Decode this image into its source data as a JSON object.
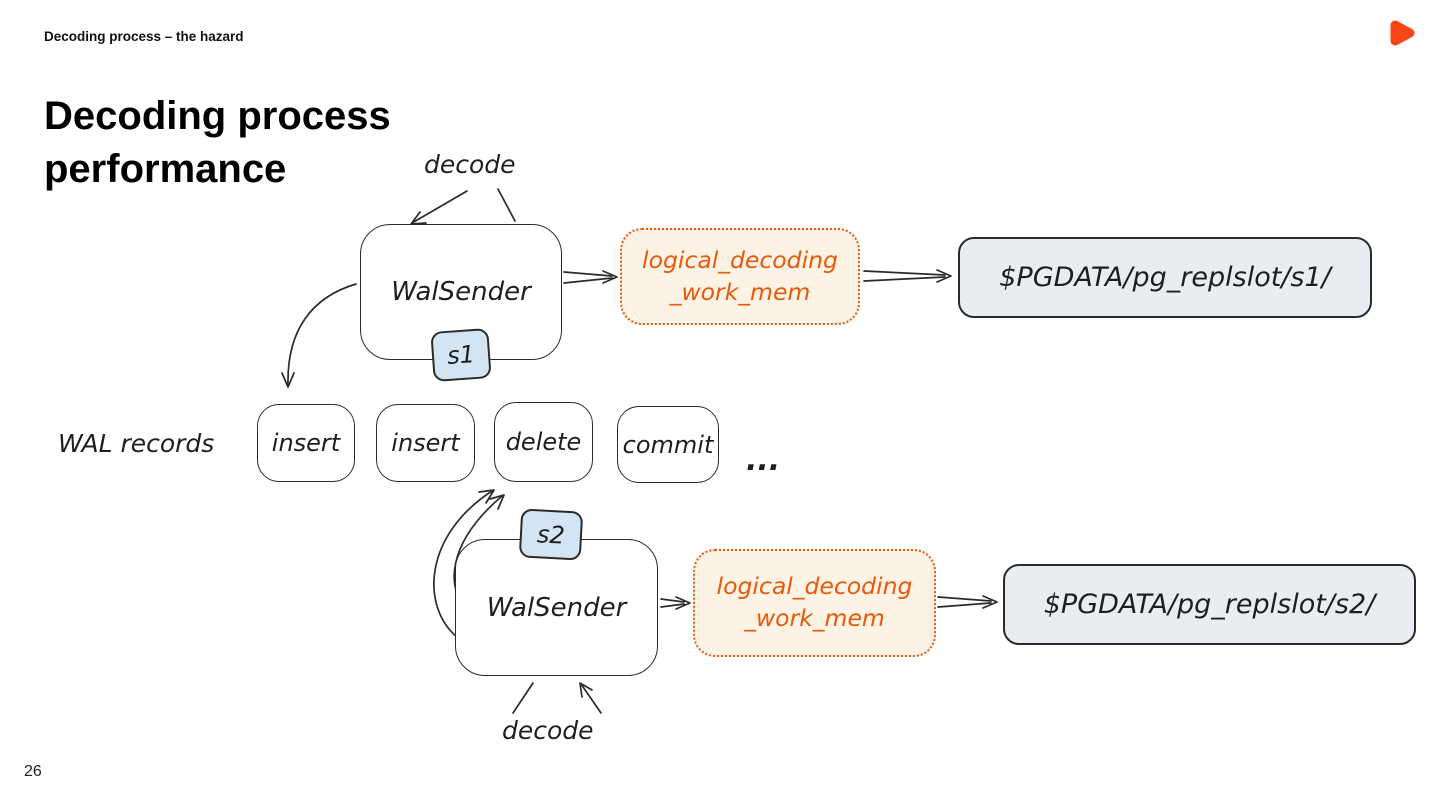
{
  "slide": {
    "header": "Decoding process – the hazard",
    "title": "Decoding process performance",
    "page_number": "26"
  },
  "icons": {
    "brand_logo_icon": "orange-rounded-triangle"
  },
  "diagram": {
    "decode_label_top": "decode",
    "decode_label_bottom": "decode",
    "walsender_top": "WalSender",
    "walsender_bottom": "WalSender",
    "slot_top": "s1",
    "slot_bottom": "s2",
    "wal_records_label": "WAL records",
    "wal_record_boxes": [
      "insert",
      "insert",
      "delete",
      "commit"
    ],
    "ellipsis": "...",
    "work_mem_top": {
      "line1": "logical_decoding",
      "line2": "_work_mem"
    },
    "work_mem_bottom": {
      "line1": "logical_decoding",
      "line2": "_work_mem"
    },
    "slot_path_top": "$PGDATA/pg_replslot/s1/",
    "slot_path_bottom": "$PGDATA/pg_replslot/s2/"
  },
  "colors": {
    "accent": "#fa4616",
    "diagram_orange": "#e8590c",
    "work_mem_bg": "#fdf3e5",
    "slot_badge_bg": "#d3e5f3",
    "path_box_bg": "#e9edf1",
    "stroke": "#2b2b2b"
  }
}
